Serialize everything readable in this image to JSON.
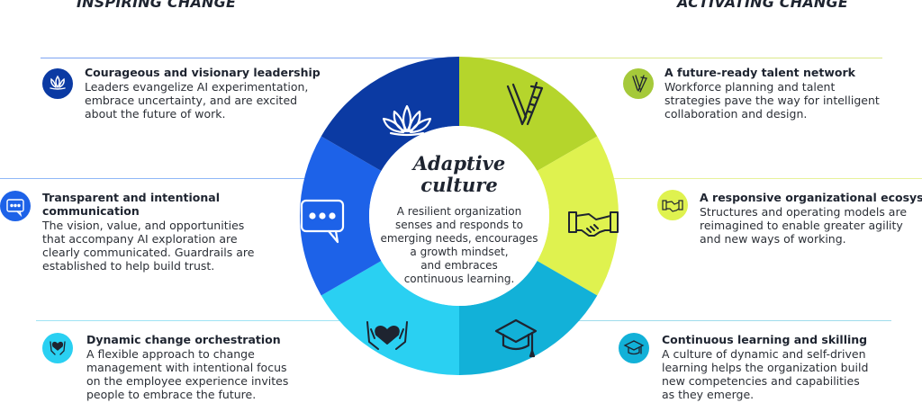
{
  "headers": {
    "left": "INSPIRING CHANGE",
    "right": "ACTIVATING CHANGE"
  },
  "center": {
    "title_line1": "Adaptive",
    "title_line2": "culture",
    "body_lines": [
      "A resilient organization",
      "senses and responds to",
      "emerging needs, encourages",
      "a growth mindset,",
      "and embraces",
      "continuous learning."
    ]
  },
  "left_items": [
    {
      "title": "Courageous and visionary leadership",
      "lines": [
        "Leaders evangelize AI experimentation,",
        "embrace uncertainty, and are excited",
        "about the future of work."
      ],
      "icon": "lotus-icon",
      "color": "#0a3aa8"
    },
    {
      "title_lines": [
        "Transparent and intentional",
        "communication"
      ],
      "lines": [
        "The vision, value, and opportunities",
        "that accompany AI exploration are",
        "clearly communicated. Guardrails are",
        "established to help build trust."
      ],
      "icon": "speech-bubble-icon",
      "color": "#1f6cf0"
    },
    {
      "title": "Dynamic change orchestration",
      "lines": [
        "A flexible approach to change",
        "management with intentional focus",
        "on the employee experience invites",
        "people to embrace the future."
      ],
      "icon": "heart-hands-icon",
      "color": "#29d0f0"
    }
  ],
  "right_items": [
    {
      "title": "A future-ready talent network",
      "lines": [
        "Workforce planning and talent",
        "strategies pave the way for intelligent",
        "collaboration and design."
      ],
      "icon": "tools-icon",
      "color": "#a5c93a"
    },
    {
      "title": "A responsive organizational ecosystem",
      "lines": [
        "Structures and operating models are",
        "reimagined to enable greater agility",
        "and new ways of working."
      ],
      "icon": "handshake-icon",
      "color": "#dff050"
    },
    {
      "title": "Continuous learning and skilling",
      "lines": [
        "A culture of dynamic and self-driven",
        "learning helps the organization build",
        "new competencies and capabilities",
        "as they emerge."
      ],
      "icon": "graduation-cap-icon",
      "color": "#1aa3cc"
    }
  ],
  "colors": {
    "navy": "#0b3aa3",
    "blue": "#1d62e8",
    "cyan": "#2ad0f2",
    "teal": "#12b1d8",
    "yellow": "#dff24f",
    "lime": "#b5d52c",
    "text": "#1e2430"
  }
}
